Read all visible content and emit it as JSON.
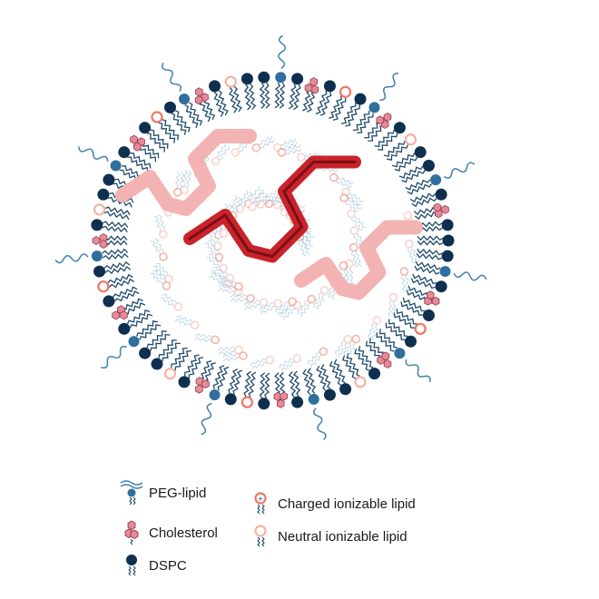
{
  "colors": {
    "dspc": "#0f2f4f",
    "peg": "#2e6f9e",
    "peg_chain": "#3f7fb0",
    "cholesterol": "#e58a99",
    "charged": "#ef7763",
    "neutral": "#f6b1a6",
    "tail": "#1f4a6b",
    "rna": "#c8232b",
    "rna_faded": "#f3b3b3",
    "inner_tail": "#8fb8cf"
  },
  "legend": {
    "items": [
      {
        "key": "peg",
        "label": "PEG-lipid",
        "icon": "peg-lipid-icon"
      },
      {
        "key": "cholesterol",
        "label": "Cholesterol",
        "icon": "cholesterol-icon"
      },
      {
        "key": "dspc",
        "label": "DSPC",
        "icon": "dspc-icon"
      },
      {
        "key": "charged",
        "label": "Charged ionizable lipid",
        "icon": "charged-ionizable-lipid-icon"
      },
      {
        "key": "neutral",
        "label": "Neutral ionizable lipid",
        "icon": "neutral-ionizable-lipid-icon"
      }
    ]
  }
}
